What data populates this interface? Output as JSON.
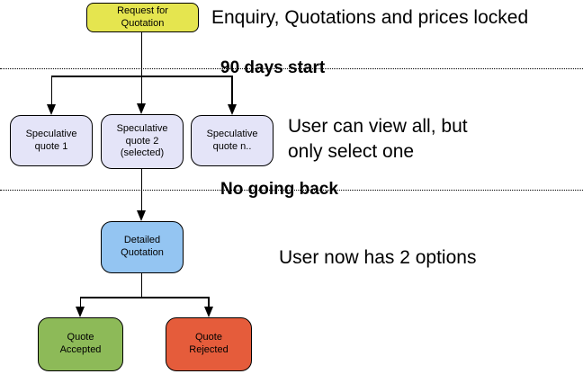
{
  "diagram": {
    "title_hint": "quotation workflow flowchart",
    "nodes": {
      "request": {
        "label": "Request for\nQuotation",
        "color": "#e5e54f"
      },
      "spec1": {
        "label": "Speculative\nquote 1",
        "color": "#e4e4f8"
      },
      "spec2": {
        "label": "Speculative\nquote 2\n(selected)",
        "color": "#e4e4f8"
      },
      "spec3": {
        "label": "Speculative\nquote n..",
        "color": "#e4e4f8"
      },
      "detailed": {
        "label": "Detailed\nQuotation",
        "color": "#94c5f2"
      },
      "accepted": {
        "label": "Quote\nAccepted",
        "color": "#8dba58"
      },
      "rejected": {
        "label": "Quote\nRejected",
        "color": "#e55c3b"
      }
    },
    "phase_lines": [
      {
        "label": "90 days start"
      },
      {
        "label": "No going back"
      }
    ],
    "annotations": [
      {
        "text": "Enquiry, Quotations and prices locked"
      },
      {
        "text": "User can view all, but\nonly select one"
      },
      {
        "text": "User now has 2 options"
      }
    ],
    "line_color": "#000000",
    "background_color": "#ffffff"
  }
}
